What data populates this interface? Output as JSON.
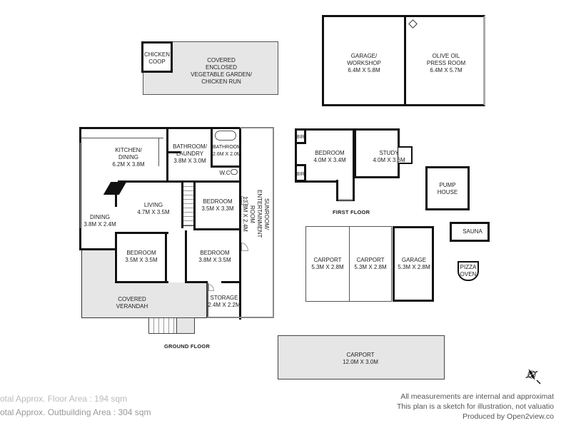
{
  "outbuildings": {
    "chicken_coop": {
      "name": "CHICKEN",
      "name2": "COOP"
    },
    "vegetable_garden": {
      "line1": "COVERED",
      "line2": "ENCLOSED",
      "line3": "VEGETABLE GARDEN/",
      "line4": "CHICKEN RUN"
    },
    "garage_workshop": {
      "line1": "GARAGE/",
      "line2": "WORKSHOP",
      "dims": "6.4M X 5.8M"
    },
    "olive_oil_press": {
      "line1": "OLIVE OIL",
      "line2": "PRESS ROOM",
      "dims": "6.4M X 5.7M"
    },
    "pump_house": {
      "line1": "PUMP",
      "line2": "HOUSE"
    },
    "sauna": {
      "name": "SAUNA"
    },
    "pizza_oven": {
      "line1": "PIZZA",
      "line2": "OVEN"
    },
    "carport_1": {
      "name": "CARPORT",
      "dims": "5.3M X 2.8M"
    },
    "carport_2": {
      "name": "CARPORT",
      "dims": "5.3M X 2.8M"
    },
    "garage": {
      "name": "GARAGE",
      "dims": "5.3M X 2.8M"
    },
    "carport_large": {
      "name": "CARPORT",
      "dims": "12.0M X 3.0M"
    }
  },
  "ground_floor": {
    "title": "GROUND FLOOR",
    "kitchen_dining": {
      "line1": "KITCHEN/",
      "line2": "DINING",
      "dims": "6.2M X 3.8M"
    },
    "bathroom_laundry": {
      "line1": "BATHROOM/",
      "line2": "LAUNDRY",
      "dims": "3.8M X 3.0M"
    },
    "bathroom": {
      "name": "BATHROOM",
      "dims": "2.6M X 2.0M"
    },
    "wc": {
      "name": "W.C"
    },
    "living": {
      "name": "LIVING",
      "dims": "4.7M X 3.5M"
    },
    "dining": {
      "name": "DINING",
      "dims": "3.8M X 2.4M"
    },
    "bedroom_a": {
      "name": "BEDROOM",
      "dims": "3.5M X 3.3M"
    },
    "bedroom_b": {
      "name": "BEDROOM",
      "dims": "3.5M X 3.5M"
    },
    "bedroom_c": {
      "name": "BEDROOM",
      "dims": "3.8M X 3.5M"
    },
    "sunroom": {
      "line1": "SUNROOM/",
      "line2": "ENTERTAINMENT",
      "line3": "ROOM",
      "dims": "13.8M X 2.4M"
    },
    "storage": {
      "name": "STORAGE",
      "dims": "2.4M X 2.2M"
    },
    "verandah": {
      "line1": "COVERED",
      "line2": "VERANDAH"
    }
  },
  "first_floor": {
    "title": "FIRST FLOOR",
    "bir_1": "BIR",
    "bir_2": "BIR",
    "bedroom": {
      "name": "BEDROOM",
      "dims": "4.0M X 3.4M"
    },
    "study": {
      "name": "STUDY",
      "dims": "4.0M X 3.6M"
    }
  },
  "footer": {
    "floor_area": "otal Approx. Floor Area : 194 sqm",
    "outbuilding_area": "otal Approx. Outbuilding Area : 304 sqm",
    "disclaimer_1": "All measurements are internal and approximat",
    "disclaimer_2": "This plan is a sketch for illustration, not valuatio",
    "disclaimer_3": "Produced by Open2view.co"
  },
  "icons": {
    "compass": "compass-rose-icon"
  }
}
